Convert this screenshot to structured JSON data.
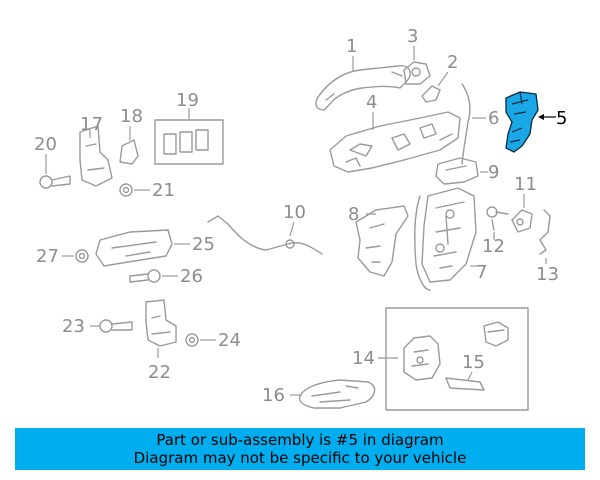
{
  "diagram": {
    "callouts": [
      "1",
      "2",
      "3",
      "4",
      "5",
      "6",
      "7",
      "8",
      "9",
      "10",
      "11",
      "12",
      "13",
      "14",
      "15",
      "16",
      "17",
      "18",
      "19",
      "20",
      "21",
      "22",
      "23",
      "24",
      "25",
      "26",
      "27"
    ],
    "highlight_color": "#1aa7e6",
    "highlighted_part": "5"
  },
  "banner": {
    "line1": "Part or sub-assembly is #5 in diagram",
    "line2": "Diagram may not be specific to your vehicle",
    "background": "#00aeef"
  }
}
